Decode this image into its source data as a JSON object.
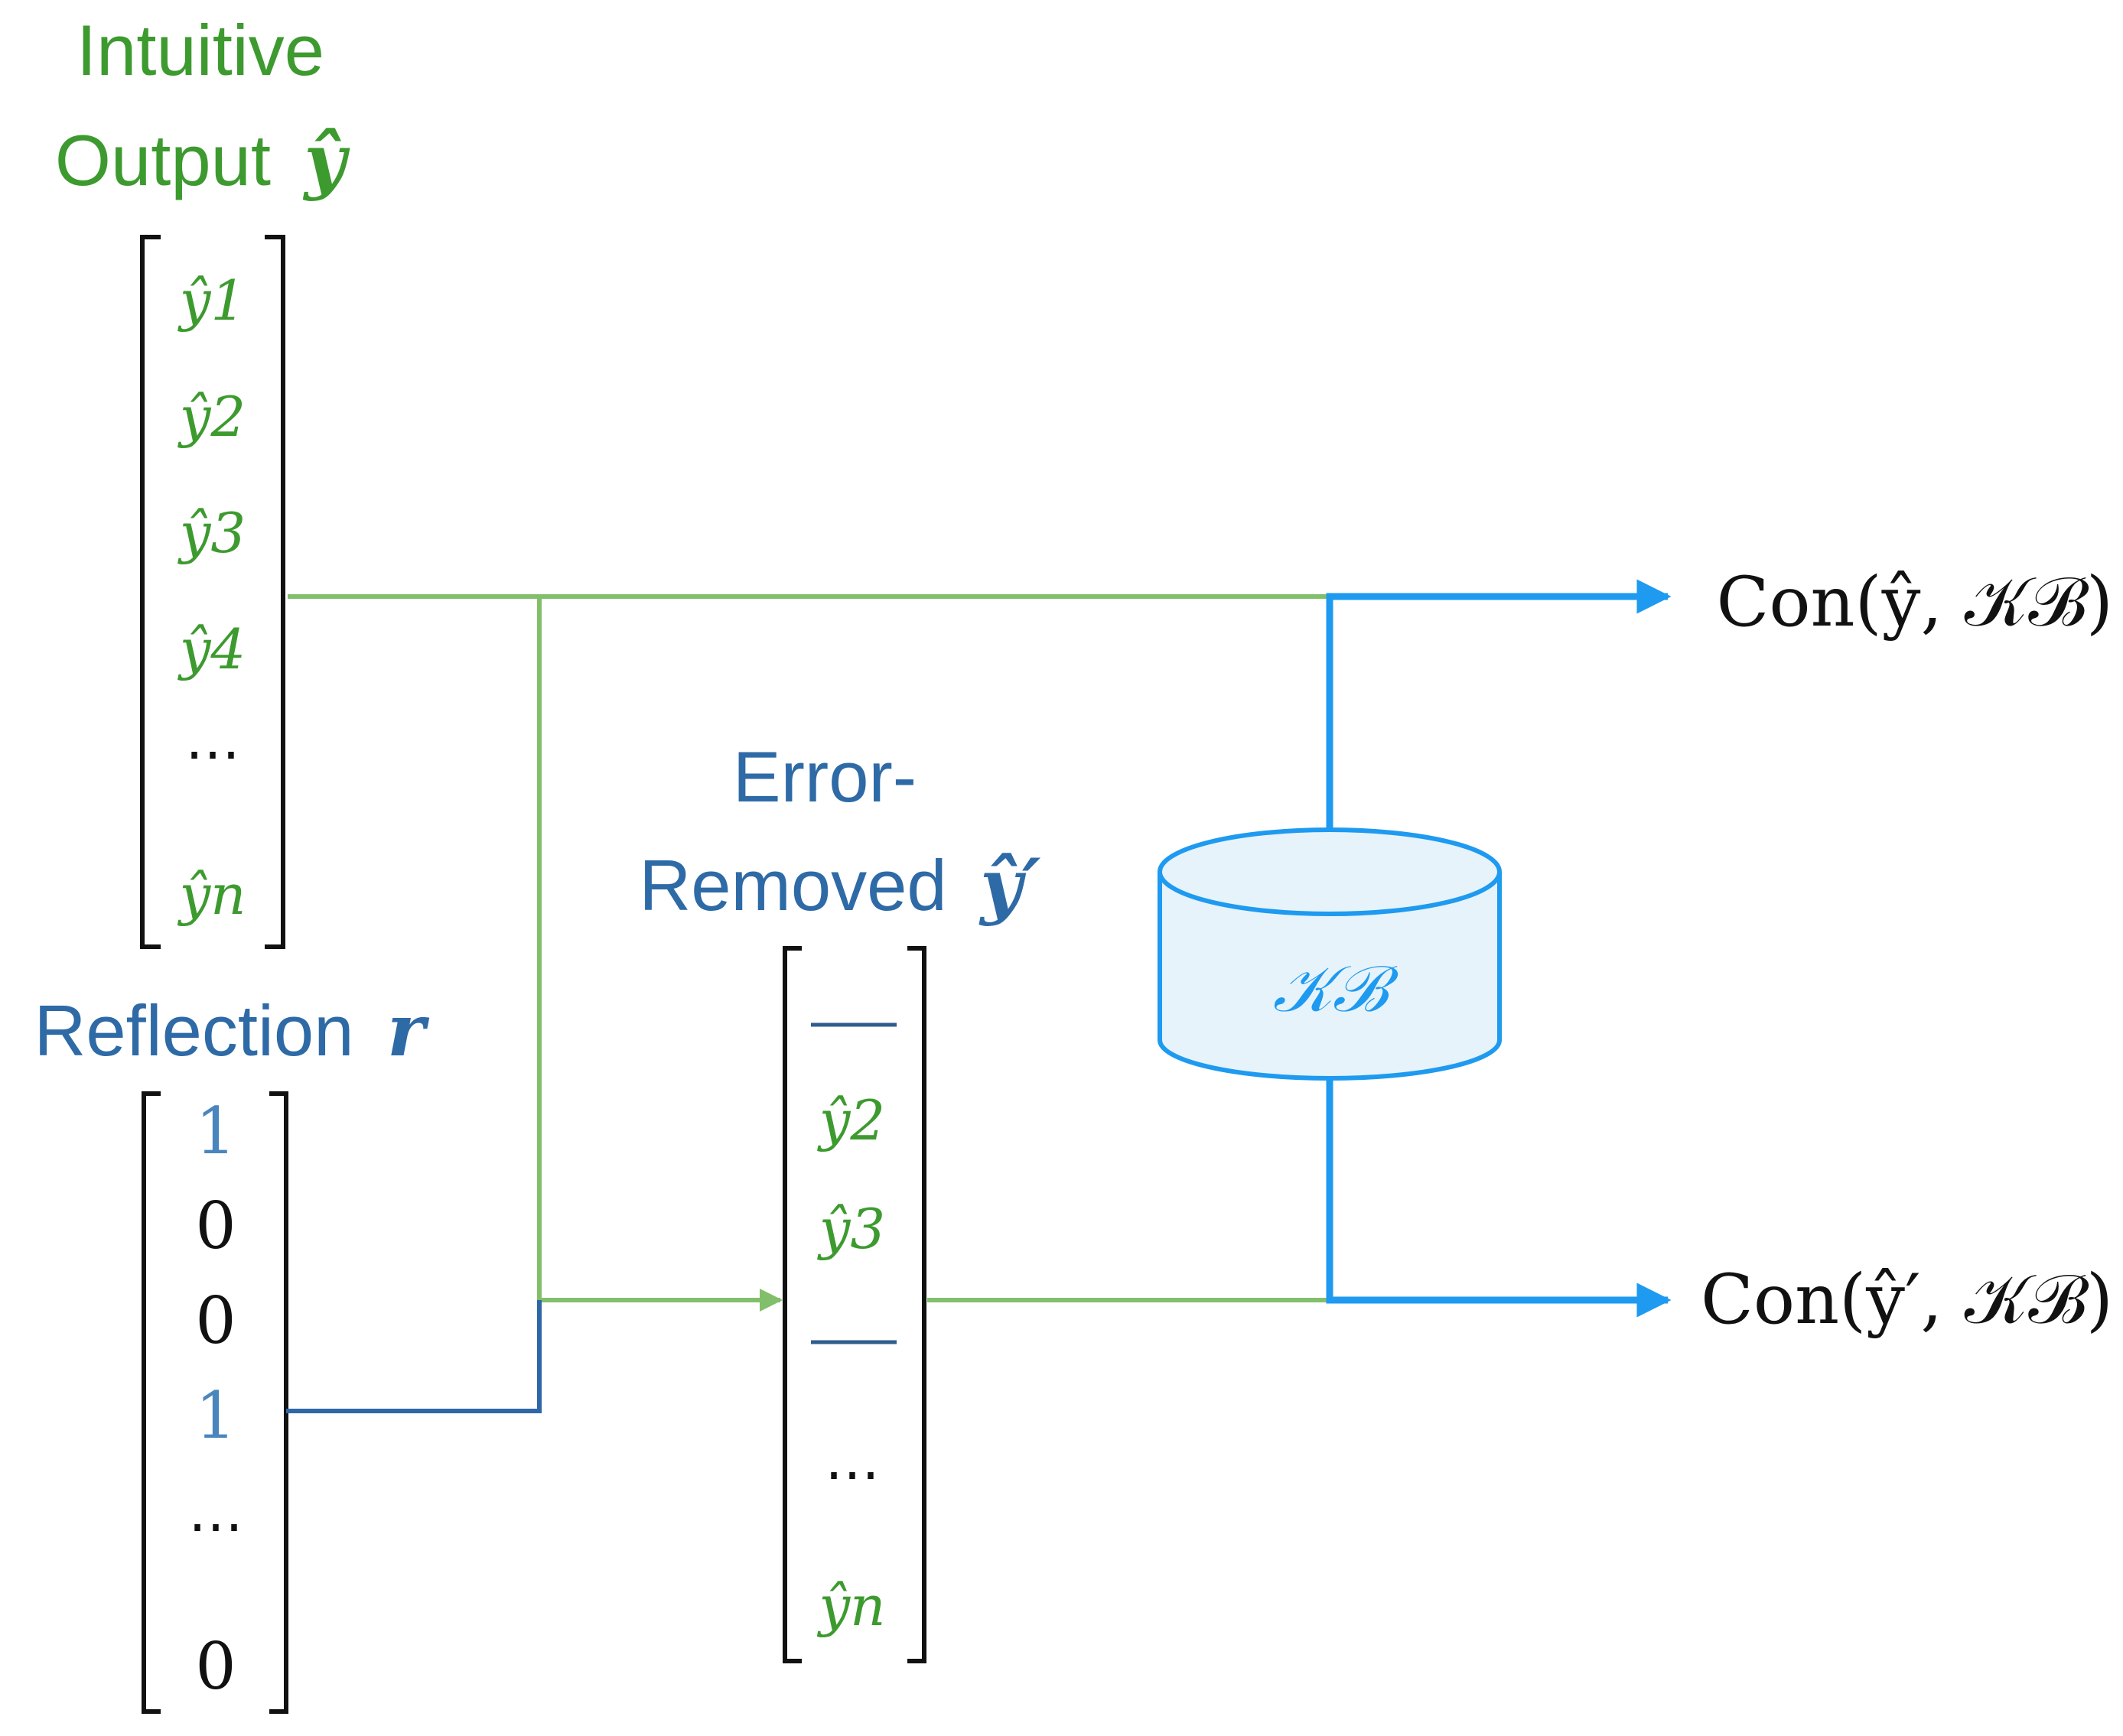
{
  "colors": {
    "green_text": "#3d9a2f",
    "green_line": "#82bf6b",
    "blue_text": "#2e6aa6",
    "blue_line": "#2e67a8",
    "bright_blue": "#1e9af0",
    "cylinder_fill": "#e6f3fb",
    "black": "#111111"
  },
  "intuitive": {
    "title_line1": "Intuitive",
    "title_line2": "Output",
    "symbol": "ŷ",
    "entries": [
      "ŷ1",
      "ŷ2",
      "ŷ3",
      "ŷ4",
      "⋯",
      "ŷn"
    ]
  },
  "reflection": {
    "title": "Reflection",
    "symbol": "r",
    "entries": [
      "1",
      "0",
      "0",
      "1",
      "⋯",
      "0"
    ]
  },
  "error_removed": {
    "title_line1": "Error-",
    "title_line2": "Removed",
    "symbol": "ŷ′",
    "entries": [
      "—",
      "ŷ2",
      "ŷ3",
      "—",
      "⋯",
      "ŷn"
    ]
  },
  "kb": {
    "label": "𝒦ℬ"
  },
  "outputs": {
    "top": "Con(ŷ, 𝒦ℬ)",
    "bottom": "Con(ŷ′, 𝒦ℬ)"
  }
}
